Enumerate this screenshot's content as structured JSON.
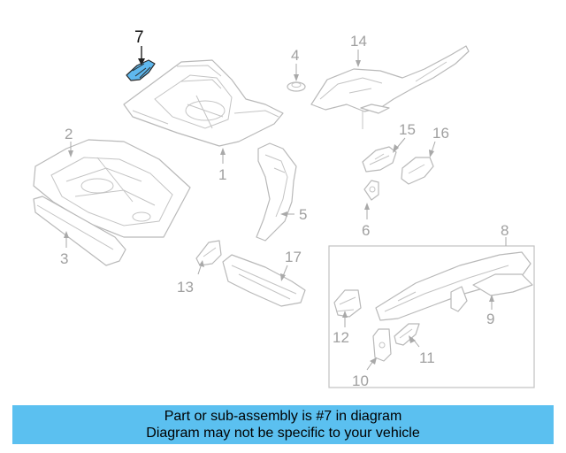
{
  "diagram": {
    "highlighted_part": "7",
    "highlight_color": "#5fb8ee",
    "callouts": [
      {
        "id": "c1",
        "text": "1"
      },
      {
        "id": "c2",
        "text": "2"
      },
      {
        "id": "c3",
        "text": "3"
      },
      {
        "id": "c4",
        "text": "4"
      },
      {
        "id": "c5",
        "text": "5"
      },
      {
        "id": "c6",
        "text": "6"
      },
      {
        "id": "c7",
        "text": "7"
      },
      {
        "id": "c8",
        "text": "8"
      },
      {
        "id": "c9",
        "text": "9"
      },
      {
        "id": "c10",
        "text": "10"
      },
      {
        "id": "c11",
        "text": "11"
      },
      {
        "id": "c12",
        "text": "12"
      },
      {
        "id": "c13",
        "text": "13"
      },
      {
        "id": "c14",
        "text": "14"
      },
      {
        "id": "c15",
        "text": "15"
      },
      {
        "id": "c16",
        "text": "16"
      },
      {
        "id": "c17",
        "text": "17"
      }
    ]
  },
  "banner": {
    "line1": "Part or sub-assembly is #7 in diagram",
    "line2": "Diagram may not be specific to your vehicle",
    "color": "#5bc0f0"
  }
}
